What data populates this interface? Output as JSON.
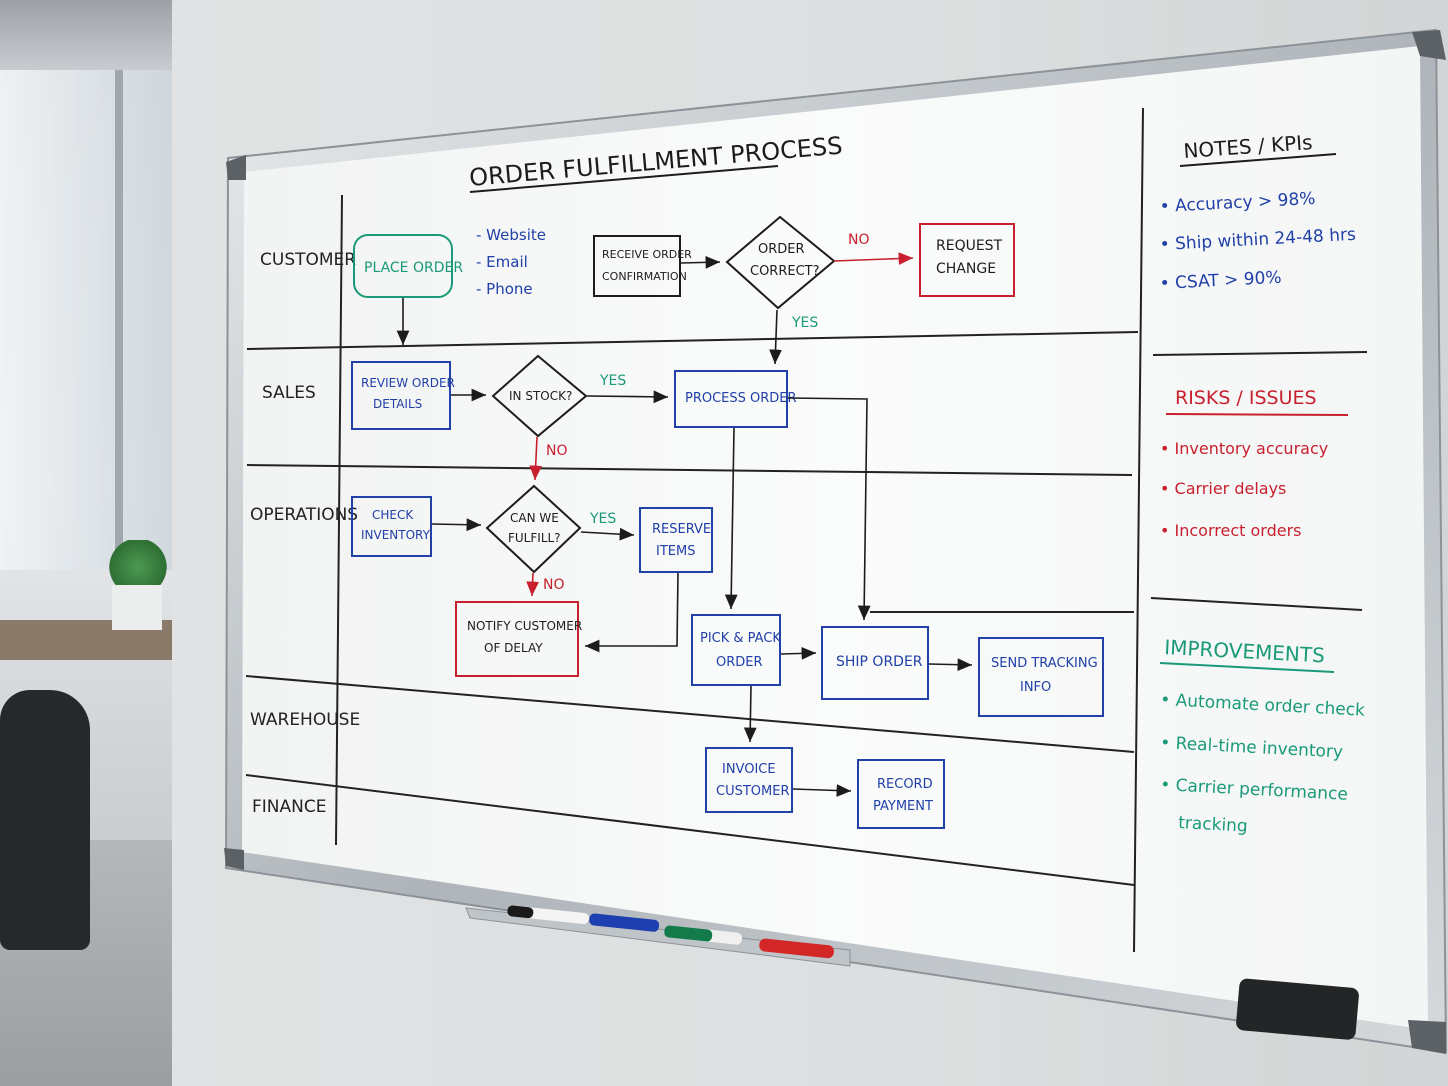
{
  "board": {
    "title": "ORDER FULFILLMENT PROCESS",
    "lanes": [
      "CUSTOMER",
      "SALES",
      "OPERATIONS",
      "WAREHOUSE",
      "FINANCE"
    ]
  },
  "nodes": {
    "place_order": "PLACE ORDER",
    "channel_1": "- Website",
    "channel_2": "- Email",
    "channel_3": "- Phone",
    "receive_conf_1": "RECEIVE ORDER",
    "receive_conf_2": "CONFIRMATION",
    "order_correct_1": "ORDER",
    "order_correct_2": "CORRECT?",
    "request_change_1": "REQUEST",
    "request_change_2": "CHANGE",
    "review_details_1": "REVIEW ORDER",
    "review_details_2": "DETAILS",
    "in_stock": "IN STOCK?",
    "process_order": "PROCESS ORDER",
    "check_inventory_1": "CHECK",
    "check_inventory_2": "INVENTORY",
    "can_fulfill_1": "CAN WE",
    "can_fulfill_2": "FULFILL?",
    "reserve_items_1": "RESERVE",
    "reserve_items_2": "ITEMS",
    "notify_delay_1": "NOTIFY CUSTOMER",
    "notify_delay_2": "OF DELAY",
    "pick_pack_1": "PICK & PACK",
    "pick_pack_2": "ORDER",
    "ship_order": "SHIP ORDER",
    "send_tracking_1": "SEND TRACKING",
    "send_tracking_2": "INFO",
    "invoice_1": "INVOICE",
    "invoice_2": "CUSTOMER",
    "record_payment_1": "RECORD",
    "record_payment_2": "PAYMENT"
  },
  "edge_labels": {
    "no_correct": "NO",
    "yes_correct": "YES",
    "yes_stock": "YES",
    "no_stock": "NO",
    "yes_fulfill": "YES",
    "no_fulfill": "NO"
  },
  "sidebar": {
    "notes_title": "NOTES / KPIs",
    "notes": [
      "• Accuracy > 98%",
      "• Ship within 24-48 hrs",
      "• CSAT > 90%"
    ],
    "risks_title": "RISKS / ISSUES",
    "risks": [
      "• Inventory accuracy",
      "• Carrier delays",
      "• Incorrect orders"
    ],
    "improvements_title": "IMPROVEMENTS",
    "improvements": [
      "• Automate order check",
      "• Real-time inventory",
      "• Carrier performance",
      "tracking"
    ]
  },
  "colors": {
    "black": "#1c1c1c",
    "blue": "#2140a8",
    "green": "#1a9a78",
    "red": "#c8202e",
    "board": "#f7f8f8",
    "frame": "#b9bec2"
  },
  "markers": [
    "black",
    "blue",
    "green",
    "red"
  ]
}
